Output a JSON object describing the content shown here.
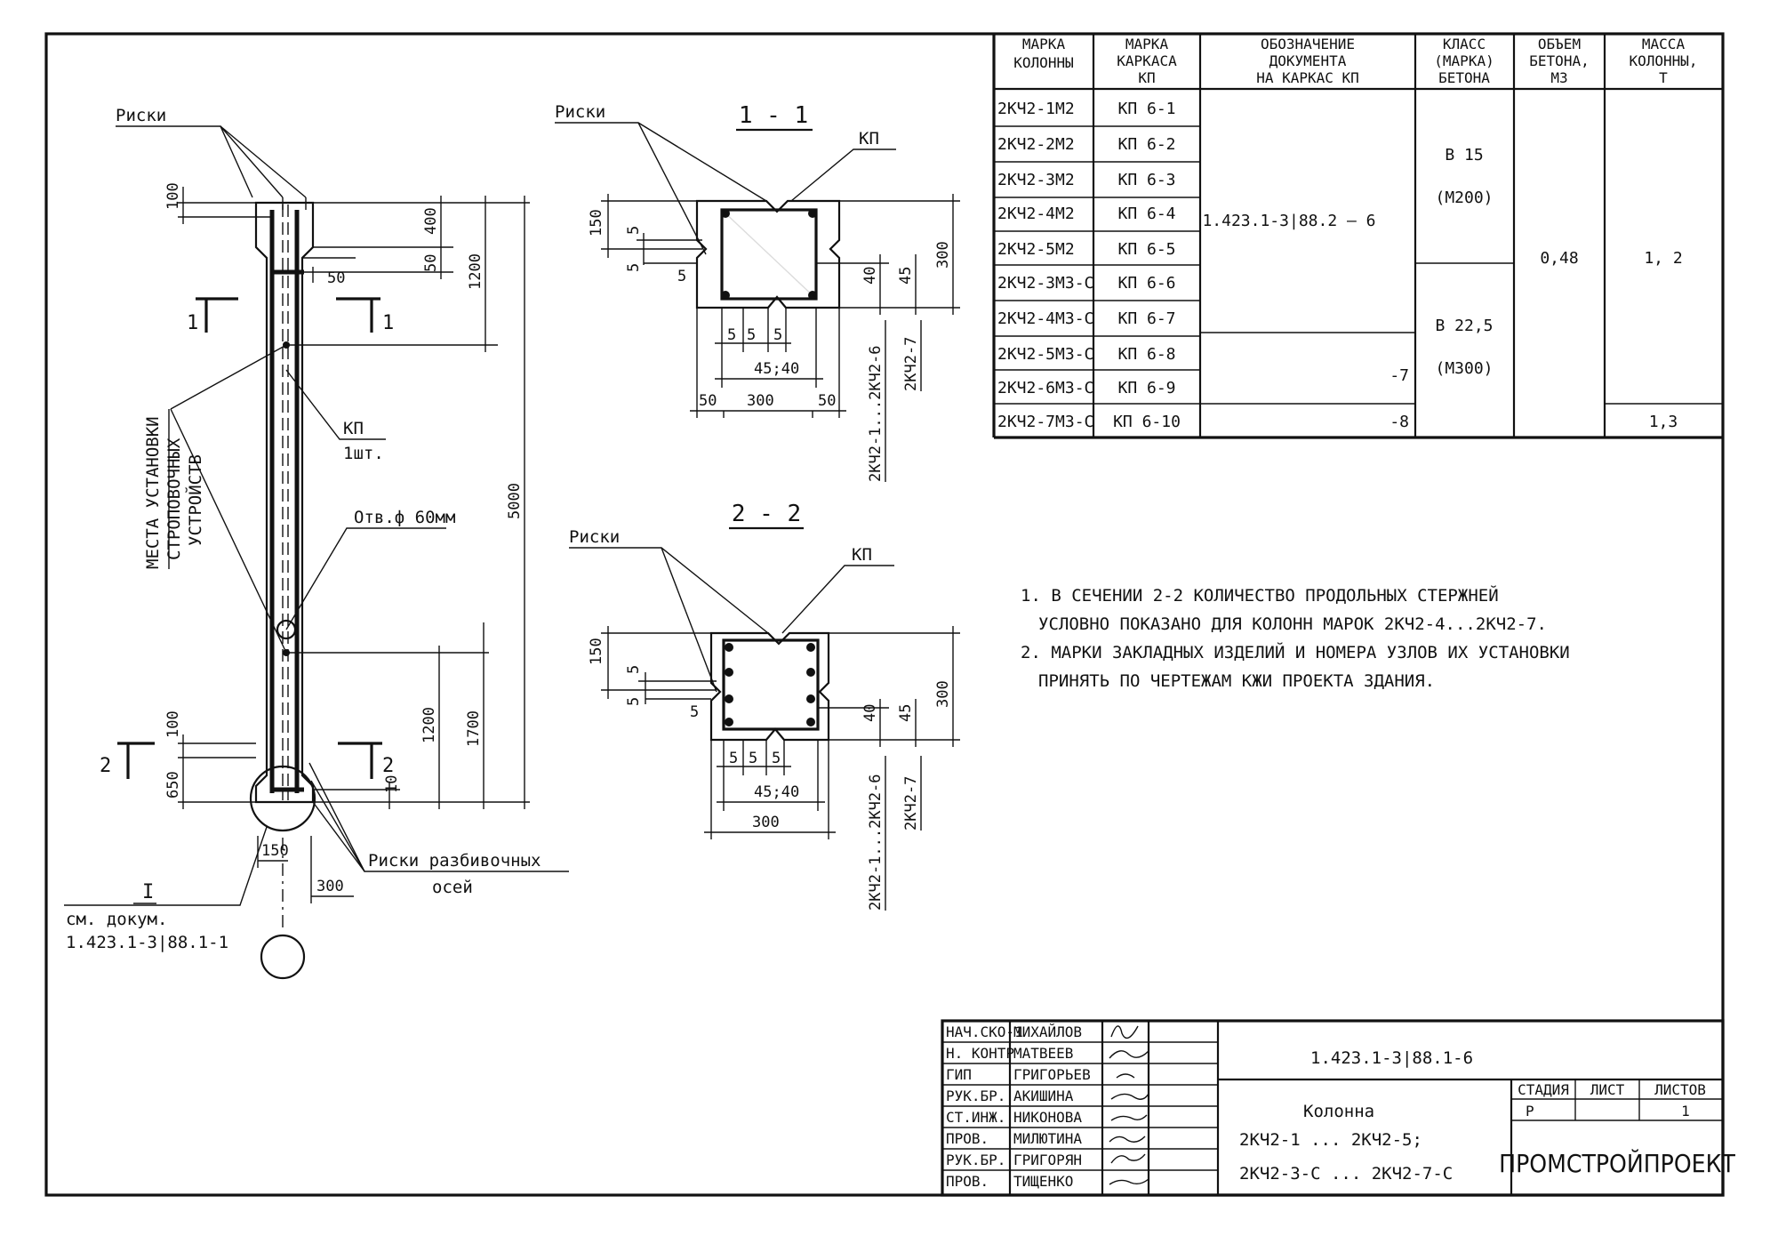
{
  "column_table": {
    "headers": [
      "МАРКА КОЛОННЫ",
      "МАРКА КАРКАСА КП",
      "ОБОЗНАЧЕНИЕ ДОКУМЕНТА НА КАРКАС КП",
      "КЛАСС (МАРКА) БЕТОНА",
      "ОБЪЕМ БЕТОНА, М3",
      "МАССА КОЛОННЫ, Т"
    ],
    "rows": [
      {
        "column": "2КЧ2-1М2",
        "frame": "КП 6-1"
      },
      {
        "column": "2КЧ2-2М2",
        "frame": "КП 6-2"
      },
      {
        "column": "2КЧ2-3М2",
        "frame": "КП 6-3"
      },
      {
        "column": "2КЧ2-4М2",
        "frame": "КП 6-4"
      },
      {
        "column": "2КЧ2-5М2",
        "frame": "КП 6-5"
      },
      {
        "column": "2КЧ2-3М3-С",
        "frame": "КП 6-6"
      },
      {
        "column": "2КЧ2-4М3-С",
        "frame": "КП 6-7"
      },
      {
        "column": "2КЧ2-5М3-С",
        "frame": "КП 6-8"
      },
      {
        "column": "2КЧ2-6М3-С",
        "frame": "КП 6-9"
      },
      {
        "column": "2КЧ2-7М3-С",
        "frame": "КП 6-10"
      }
    ],
    "doc_main": "1.423.1-3|88.2 — 6",
    "doc_7": "-7",
    "doc_8": "-8",
    "class_a": "В 15",
    "class_a_mark": "(М200)",
    "class_b": "В 22,5",
    "class_b_mark": "(М300)",
    "volume": "0,48",
    "mass_a": "1, 2",
    "mass_b": "1,3"
  },
  "notes": [
    "1. В СЕЧЕНИИ 2-2 КОЛИЧЕСТВО ПРОДОЛЬНЫХ СТЕРЖНЕЙ",
    "УСЛОВНО ПОКАЗАНО ДЛЯ КОЛОНН МАРОК 2КЧ2-4...2КЧ2-7.",
    "2. МАРКИ ЗАКЛАДНЫХ ИЗДЕЛИЙ И НОМЕРА УЗЛОВ ИХ УСТАНОВКИ",
    "ПРИНЯТЬ ПО ЧЕРТЕЖАМ КЖИ ПРОЕКТА ЗДАНИЯ."
  ],
  "elevation": {
    "riski": "Риски",
    "kp": "КП",
    "kp_qty": "1шт.",
    "hole": "Отв.ф 60мм",
    "lifting_1": "МЕСТА УСТАНОВКИ",
    "lifting_2": "СТРОПОВОЧНЫХ",
    "lifting_3": "УСТРОЙСТВ",
    "axes_1": "Риски разбивочных",
    "axes_2": "осей",
    "node": "I",
    "see_doc": "см. докум.",
    "see_doc_ref": "1.423.1-3|88.1-1",
    "sec1": "1",
    "sec2": "2",
    "d100a": "100",
    "d400": "400",
    "d50a": "50",
    "d50b": "50",
    "d1200a": "1200",
    "d5000": "5000",
    "d100b": "100",
    "d650": "650",
    "d1200b": "1200",
    "d1700": "1700",
    "d10": "10",
    "d150": "150",
    "d300": "300"
  },
  "section1": {
    "title": "1 - 1",
    "riski": "Риски",
    "kp": "КП",
    "d150": "150",
    "d5a": "5",
    "d5b": "5",
    "d5c": "5",
    "d40": "40",
    "d45": "45",
    "d300v": "300",
    "d5d": "5",
    "d5e": "5",
    "d5f": "5",
    "d4540": "45;40",
    "d50a": "50",
    "d300": "300",
    "d50b": "50",
    "mark1": "2КЧ2-1...2КЧ2-6",
    "mark2": "2КЧ2-7"
  },
  "section2": {
    "title": "2 - 2",
    "riski": "Риски",
    "kp": "КП",
    "d150": "150",
    "d5a": "5",
    "d5b": "5",
    "d5c": "5",
    "d40": "40",
    "d45": "45",
    "d300v": "300",
    "d5d": "5",
    "d5e": "5",
    "d5f": "5",
    "d4540": "45;40",
    "d300": "300",
    "mark1": "2КЧ2-1...2КЧ2-6",
    "mark2": "2КЧ2-7"
  },
  "title_block": {
    "roles": [
      "НАЧ.СКО-1",
      "Н. КОНТР",
      "ГИП",
      "РУК.БР.",
      "СТ.ИНЖ.",
      "ПРОВ.",
      "РУК.БР.",
      "ПРОВ."
    ],
    "names": [
      "МИХАЙЛОВ",
      "МАТВЕЕВ",
      "ГРИГОРЬЕВ",
      "АКИШИНА",
      "НИКОНОВА",
      "МИЛЮТИНА",
      "ГРИГОРЯН",
      "ТИЩЕНКО"
    ],
    "doc": "1.423.1-3|88.1-6",
    "name_1": "Колонна",
    "name_2": "2КЧ2-1 ... 2КЧ2-5;",
    "name_3": "2КЧ2-3-С ... 2КЧ2-7-С",
    "stage_h": "СТАДИЯ",
    "sheet_h": "ЛИСТ",
    "sheets_h": "ЛИСТОВ",
    "stage": "Р",
    "sheet": "",
    "sheets": "1",
    "org": "ПРОМСТРОЙПРОЕКТ"
  }
}
